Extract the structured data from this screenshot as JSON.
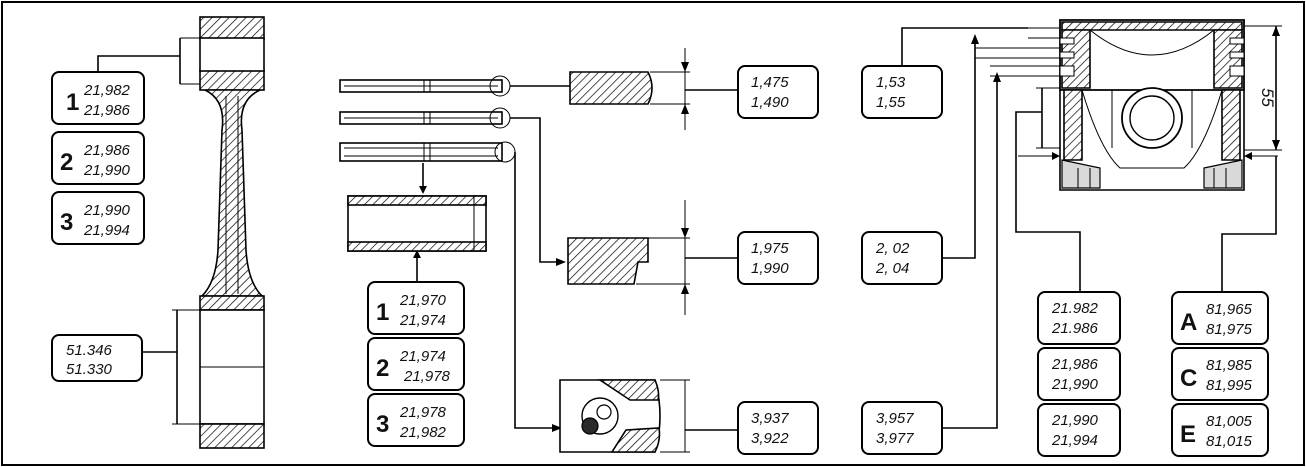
{
  "con_rod": {
    "small_end_classes": [
      {
        "class": "1",
        "min": "21,982",
        "max": "21,986"
      },
      {
        "class": "2",
        "min": "21,986",
        "max": "21,990"
      },
      {
        "class": "3",
        "min": "21,990",
        "max": "21,994"
      }
    ],
    "big_end": {
      "top": "51.346",
      "bottom": "51.330"
    }
  },
  "piston_pin_classes": [
    {
      "class": "1",
      "min": "21,970",
      "max": "21,974"
    },
    {
      "class": "2",
      "min": "21,974",
      "max": "21,978"
    },
    {
      "class": "3",
      "min": "21,978",
      "max": "21,982"
    }
  ],
  "ring_thickness": [
    {
      "top": "1,475",
      "bottom": "1,490"
    },
    {
      "top": "1,975",
      "bottom": "1,990"
    },
    {
      "top": "3,937",
      "bottom": "3,922"
    }
  ],
  "groove_width": [
    {
      "top": "1,53",
      "bottom": "1,55"
    },
    {
      "top": "2, 02",
      "bottom": "2, 04"
    },
    {
      "top": "3,957",
      "bottom": "3,977"
    }
  ],
  "piston_pin_bore": [
    {
      "top": "21.982",
      "bottom": "21.986"
    },
    {
      "top": "21,986",
      "bottom": "21,990"
    },
    {
      "top": "21,990",
      "bottom": "21,994"
    }
  ],
  "piston_diameter_classes": [
    {
      "class": "A",
      "min": "81,965",
      "max": "81,975"
    },
    {
      "class": "C",
      "min": "81,985",
      "max": "81,995"
    },
    {
      "class": "E",
      "min": "81,005",
      "max": "81,015"
    }
  ],
  "piston_dimension": "55"
}
